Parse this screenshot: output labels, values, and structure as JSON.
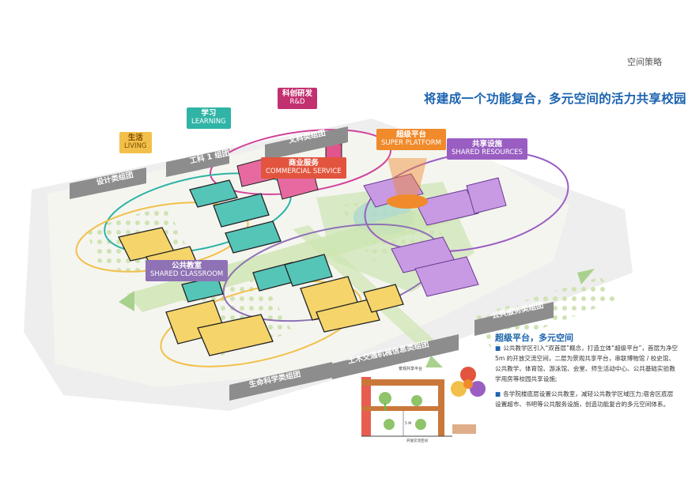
{
  "page_label": "空间策略",
  "headline": "将建成一个功能复合，多元空间的活力共享校园",
  "tags": {
    "living": {
      "zh": "生活",
      "en": "LIVING"
    },
    "learning": {
      "zh": "学习",
      "en": "LEARNING"
    },
    "rnd": {
      "zh": "科创研发",
      "en": "R&D"
    },
    "super_platform": {
      "zh": "超级平台",
      "en": "SUPER PLATFORM"
    },
    "shared_resources": {
      "zh": "共享设施",
      "en": "SHARED RESOURCES"
    },
    "commercial": {
      "zh": "商业服务",
      "en": "COMMERCIAL SERVICE"
    },
    "shared_classroom": {
      "zh": "公共教室",
      "en": "SHARED CLASSROOM"
    }
  },
  "bands": {
    "design": "设计类组团",
    "engineering": "工科 1 组团",
    "liberal_arts": "文科类组团",
    "public_service": "公共服务类组团",
    "civil": "土木交通机械信息类组团",
    "life_science": "生命科学类组团"
  },
  "info": {
    "title": "超级平台，多元空间",
    "para1": "公共教学区引入“双首层”概念，打造立体“超级平台”，首层为净空 5m 的开放交流空间，二层为景观共享平台，串联博物馆 / 校史馆、公共教学、体育馆、游泳馆、会堂、师生活动中心、公共基础实验教学用房等校园共享设施;",
    "para2": "各学院楼底层设置公共教室，减轻公共教学区域压力;宿舍区底层设置超市、书吧等公共服务设施，创造功能复合的多元空间体系。"
  },
  "inset": {
    "label_a": "景观共享平台",
    "label_b": "开放交流空间",
    "dim": "5 M"
  },
  "colors": {
    "living": "#f2c04a",
    "learning": "#2fb4a6",
    "rnd": "#c2306f",
    "super_platform": "#f08a2a",
    "shared_resources": "#9a5ec2",
    "commercial": "#e2543e",
    "classroom": "#8e72b5",
    "title_blue": "#1a63b0"
  }
}
